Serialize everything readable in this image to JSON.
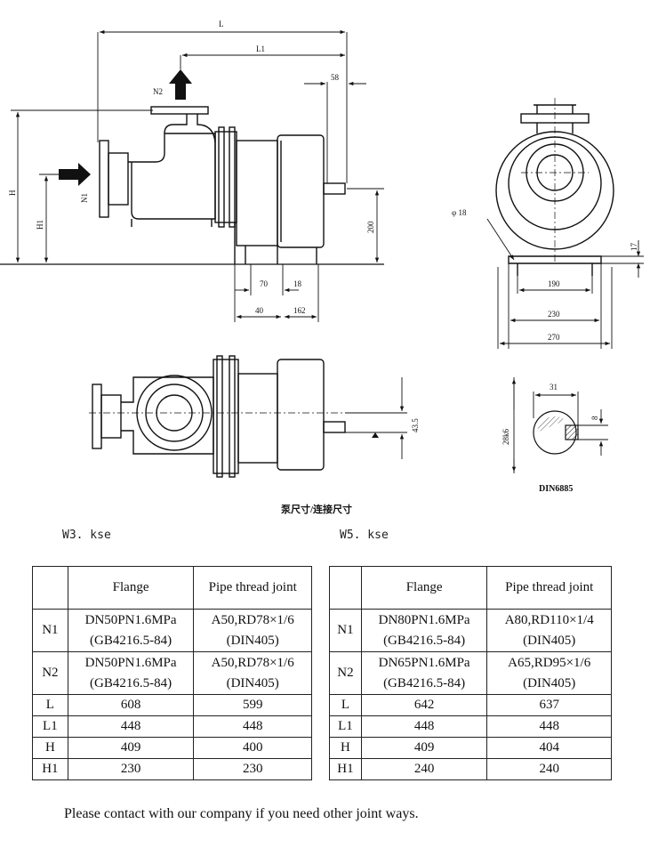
{
  "drawing": {
    "dims_side": {
      "L": "L",
      "L1": "L1",
      "d58": "58",
      "H": "H",
      "H1": "H1",
      "N2": "N2",
      "N1": "N1",
      "d200": "200",
      "d70": "70",
      "d18": "18",
      "d40": "40",
      "d162": "162"
    },
    "dims_front": {
      "phi18": "φ 18",
      "d17": "17",
      "d190": "190",
      "d230": "230",
      "d270": "270"
    },
    "dims_top": {
      "d43_5": "43.5"
    },
    "dims_key": {
      "d31": "31",
      "d8": "8",
      "d28k6": "28k6",
      "din": "DIN6885"
    },
    "caption": "泵尺寸/连接尺寸"
  },
  "tables": [
    {
      "model": "W3. kse",
      "header": [
        "",
        "Flange",
        "Pipe thread joint"
      ],
      "rows": [
        {
          "param": "N1",
          "flange": [
            "DN50PN1.6MPa",
            "(GB4216.5-84)"
          ],
          "thread": [
            "A50,RD78×1/6",
            "(DIN405)"
          ]
        },
        {
          "param": "N2",
          "flange": [
            "DN50PN1.6MPa",
            "(GB4216.5-84)"
          ],
          "thread": [
            "A50,RD78×1/6",
            "(DIN405)"
          ]
        },
        {
          "param": "L",
          "flange": [
            "608"
          ],
          "thread": [
            "599"
          ]
        },
        {
          "param": "L1",
          "flange": [
            "448"
          ],
          "thread": [
            "448"
          ]
        },
        {
          "param": "H",
          "flange": [
            "409"
          ],
          "thread": [
            "400"
          ]
        },
        {
          "param": "H1",
          "flange": [
            "230"
          ],
          "thread": [
            "230"
          ]
        }
      ]
    },
    {
      "model": "W5. kse",
      "header": [
        "",
        "Flange",
        "Pipe thread joint"
      ],
      "rows": [
        {
          "param": "N1",
          "flange": [
            "DN80PN1.6MPa",
            "(GB4216.5-84)"
          ],
          "thread": [
            "A80,RD110×1/4",
            "(DIN405)"
          ]
        },
        {
          "param": "N2",
          "flange": [
            "DN65PN1.6MPa",
            "(GB4216.5-84)"
          ],
          "thread": [
            "A65,RD95×1/6",
            "(DIN405)"
          ]
        },
        {
          "param": "L",
          "flange": [
            "642"
          ],
          "thread": [
            "637"
          ]
        },
        {
          "param": "L1",
          "flange": [
            "448"
          ],
          "thread": [
            "448"
          ]
        },
        {
          "param": "H",
          "flange": [
            "409"
          ],
          "thread": [
            "404"
          ]
        },
        {
          "param": "H1",
          "flange": [
            "240"
          ],
          "thread": [
            "240"
          ]
        }
      ]
    }
  ],
  "note": "Please contact with our company if you need other joint ways."
}
